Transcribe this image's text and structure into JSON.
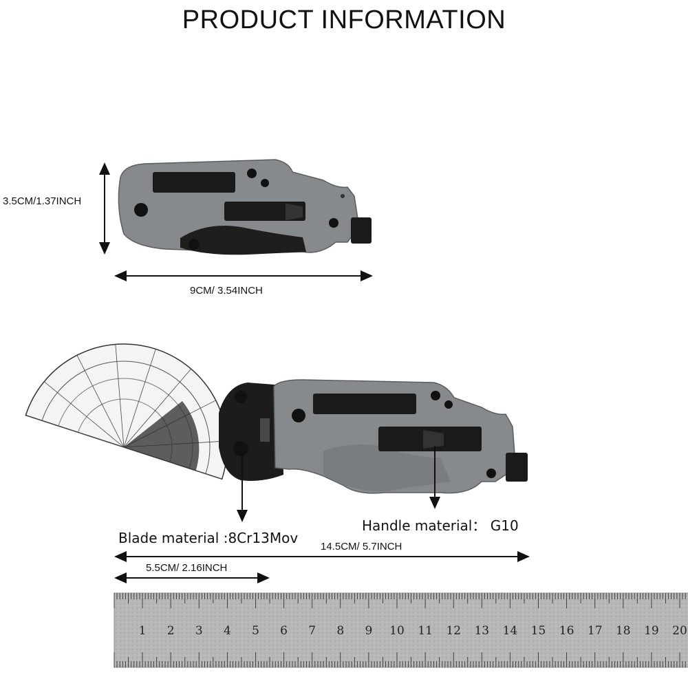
{
  "title": "PRODUCT INFORMATION",
  "dimensions": {
    "height_label": "3.5CM/1.37INCH",
    "length_label": "9CM/ 3.54INCH",
    "open_length_label": "14.5CM/ 5.7INCH",
    "blade_length_label": "5.5CM/  2.16INCH"
  },
  "materials": {
    "blade": "Blade material :8Cr13Mov",
    "handle": "Handle material： G10"
  },
  "ruler": {
    "numbers": [
      "1",
      "2",
      "3",
      "4",
      "5",
      "6",
      "7",
      "8",
      "9",
      "10",
      "11",
      "12",
      "13",
      "14",
      "15",
      "16",
      "17",
      "18",
      "19",
      "20"
    ]
  },
  "colors": {
    "handle": "#8a8d90",
    "blade": "#1c1c1c",
    "bits": "#151515",
    "ruler": "#b9bbbb"
  }
}
